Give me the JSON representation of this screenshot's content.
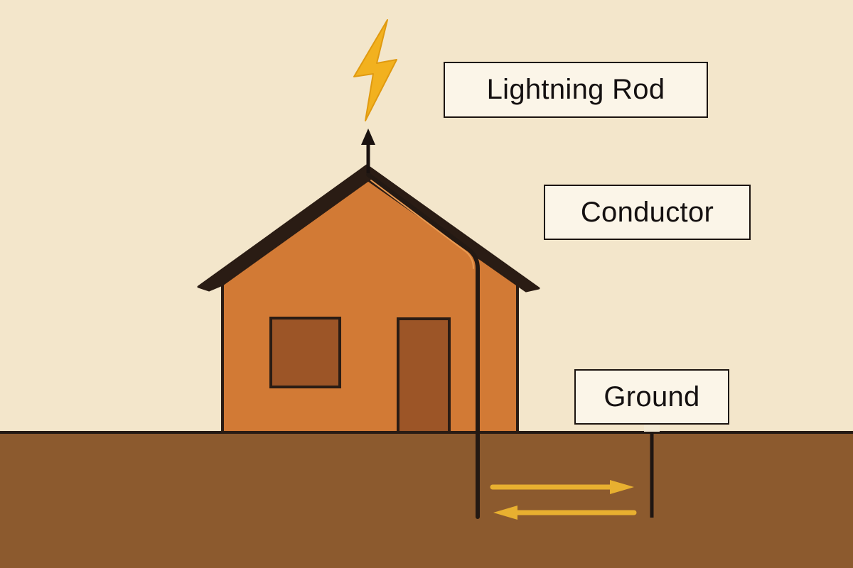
{
  "labels": {
    "lightning_rod": "Lightning Rod",
    "conductor": "Conductor",
    "ground": "Ground"
  },
  "colors": {
    "sky": "#f3e6cb",
    "soil": "#8c5a2e",
    "house_wall": "#d27a35",
    "house_outline": "#2a1c14",
    "window_door": "#9c5527",
    "lightning": "#f2b11f",
    "current_arrows": "#e8b030",
    "label_fill": "#fbf5e8"
  },
  "icons": {
    "bolt": "lightning-bolt-icon",
    "arrow_right": "current-arrow-right-icon",
    "arrow_left": "current-arrow-left-icon"
  }
}
